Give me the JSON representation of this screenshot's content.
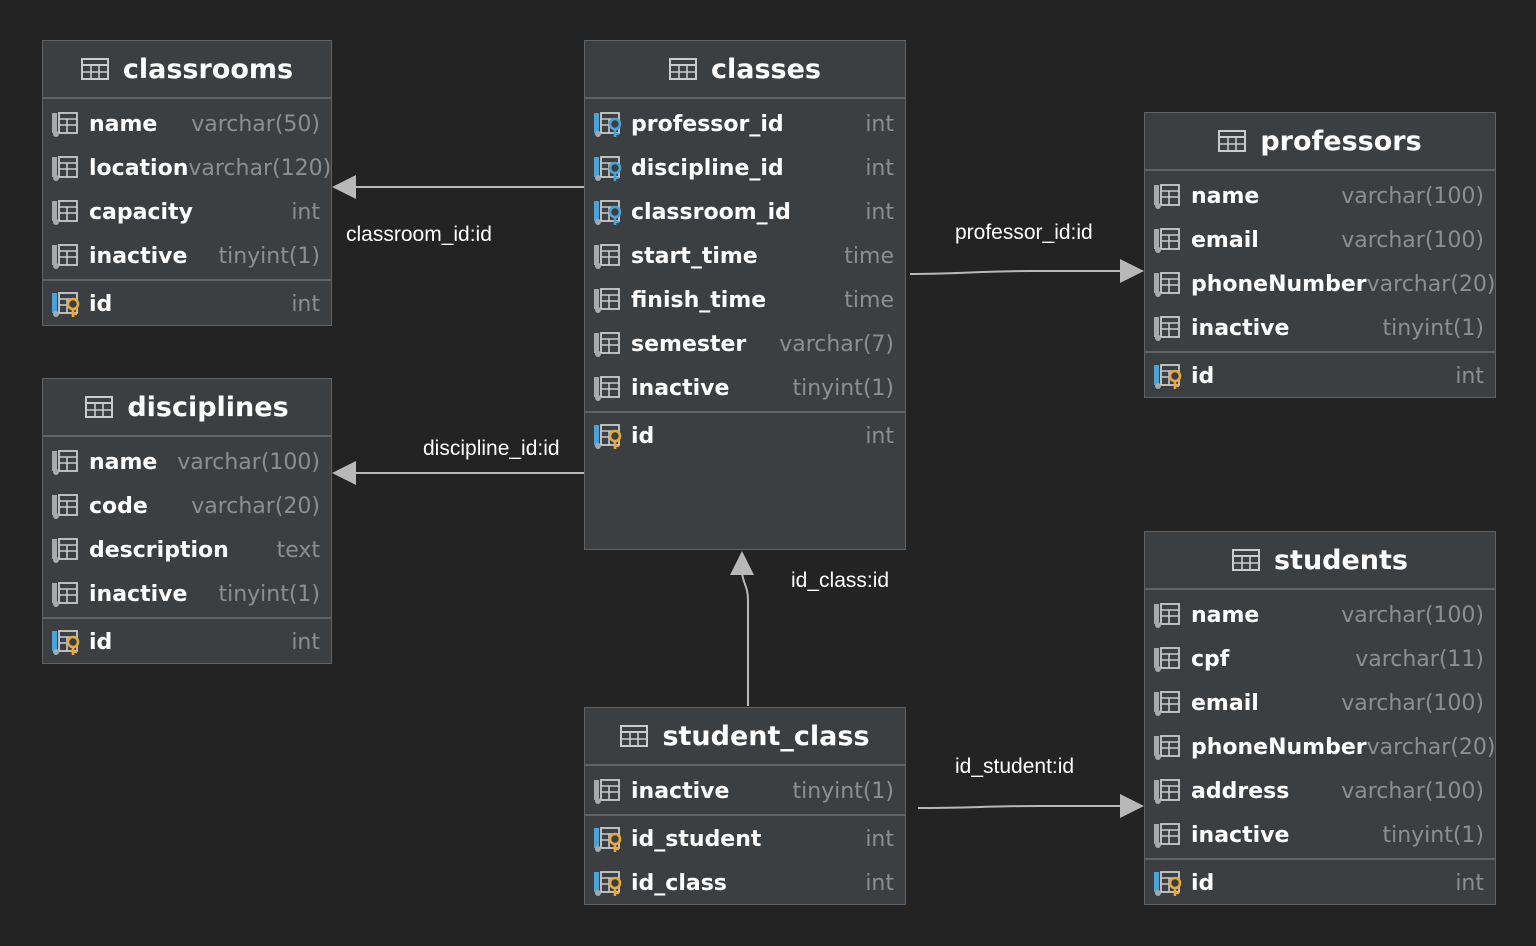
{
  "tables": {
    "classrooms": {
      "title": "classrooms",
      "columns": [
        {
          "name": "name",
          "type": "varchar(50)"
        },
        {
          "name": "location",
          "type": "varchar(120)"
        },
        {
          "name": "capacity",
          "type": "int"
        },
        {
          "name": "inactive",
          "type": "tinyint(1)"
        }
      ],
      "keys": [
        {
          "name": "id",
          "type": "int",
          "icon": "primary-key-icon"
        }
      ]
    },
    "disciplines": {
      "title": "disciplines",
      "columns": [
        {
          "name": "name",
          "type": "varchar(100)"
        },
        {
          "name": "code",
          "type": "varchar(20)"
        },
        {
          "name": "description",
          "type": "text"
        },
        {
          "name": "inactive",
          "type": "tinyint(1)"
        }
      ],
      "keys": [
        {
          "name": "id",
          "type": "int",
          "icon": "primary-key-icon"
        }
      ]
    },
    "classes": {
      "title": "classes",
      "columns": [
        {
          "name": "professor_id",
          "type": "int",
          "icon": "foreign-key-icon"
        },
        {
          "name": "discipline_id",
          "type": "int",
          "icon": "foreign-key-icon"
        },
        {
          "name": "classroom_id",
          "type": "int",
          "icon": "foreign-key-icon"
        },
        {
          "name": "start_time",
          "type": "time"
        },
        {
          "name": "finish_time",
          "type": "time"
        },
        {
          "name": "semester",
          "type": "varchar(7)"
        },
        {
          "name": "inactive",
          "type": "tinyint(1)"
        }
      ],
      "keys": [
        {
          "name": "id",
          "type": "int",
          "icon": "primary-key-icon"
        }
      ]
    },
    "professors": {
      "title": "professors",
      "columns": [
        {
          "name": "name",
          "type": "varchar(100)"
        },
        {
          "name": "email",
          "type": "varchar(100)"
        },
        {
          "name": "phoneNumber",
          "type": "varchar(20)"
        },
        {
          "name": "inactive",
          "type": "tinyint(1)"
        }
      ],
      "keys": [
        {
          "name": "id",
          "type": "int",
          "icon": "primary-key-icon"
        }
      ]
    },
    "student_class": {
      "title": "student_class",
      "columns": [
        {
          "name": "inactive",
          "type": "tinyint(1)"
        }
      ],
      "keys": [
        {
          "name": "id_student",
          "type": "int",
          "icon": "primary-foreign-key-icon"
        },
        {
          "name": "id_class",
          "type": "int",
          "icon": "primary-foreign-key-icon"
        }
      ]
    },
    "students": {
      "title": "students",
      "columns": [
        {
          "name": "name",
          "type": "varchar(100)"
        },
        {
          "name": "cpf",
          "type": "varchar(11)"
        },
        {
          "name": "email",
          "type": "varchar(100)"
        },
        {
          "name": "phoneNumber",
          "type": "varchar(20)"
        },
        {
          "name": "address",
          "type": "varchar(100)"
        },
        {
          "name": "inactive",
          "type": "tinyint(1)"
        }
      ],
      "keys": [
        {
          "name": "id",
          "type": "int",
          "icon": "primary-key-icon"
        }
      ]
    }
  },
  "relations": [
    {
      "label": "classroom_id:id",
      "from": "classes",
      "to": "classrooms"
    },
    {
      "label": "discipline_id:id",
      "from": "classes",
      "to": "disciplines"
    },
    {
      "label": "professor_id:id",
      "from": "classes",
      "to": "professors"
    },
    {
      "label": "id_class:id",
      "from": "student_class",
      "to": "classes"
    },
    {
      "label": "id_student:id",
      "from": "student_class",
      "to": "students"
    }
  ],
  "colors": {
    "background": "#232323",
    "table_bg": "#3c3f41",
    "border": "#5f6366",
    "type_text": "#8c8f91",
    "fk_accent": "#4aa3d8",
    "pk_accent": "#e8a93a",
    "edge": "#b8b8b8"
  }
}
